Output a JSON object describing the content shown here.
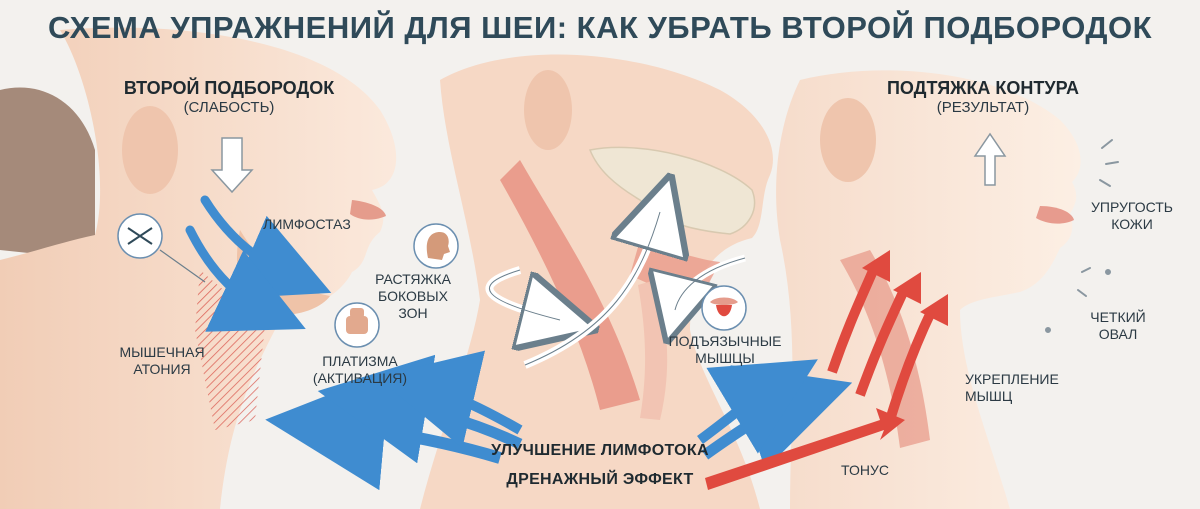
{
  "title": "СХЕМА УПРАЖНЕНИЙ ДЛЯ ШЕИ: КАК УБРАТЬ ВТОРОЙ ПОДБОРОДОК",
  "colors": {
    "title": "#2f4a59",
    "text": "#2b3a44",
    "skin_light": "#f8e3d3",
    "skin_mid": "#f0c9b0",
    "skin_shadow": "#e2a98e",
    "muscle": "#e58a7a",
    "arrow_blue": "#3f8cd0",
    "arrow_red": "#e04a3f",
    "bone": "#efe6d4"
  },
  "icons": [
    "diverging-arrows-icon",
    "head-profile-icon",
    "tongue-icon",
    "fist-icon",
    "up-arrow-icon",
    "down-arrow-icon"
  ],
  "left": {
    "heading": "ВТОРОЙ ПОДБОРОДОК",
    "subheading": "(СЛАБОСТЬ)",
    "lymphostasis": "ЛИМФОСТАЗ",
    "atony_line1": "МЫШЕЧНАЯ",
    "atony_line2": "АТОНИЯ"
  },
  "center": {
    "stretch_line1": "РАСТЯЖКА",
    "stretch_line2": "БОКОВЫХ",
    "stretch_line3": "ЗОН",
    "platysma_line1": "ПЛАТИЗМА",
    "platysma_line2": "(АКТИВАЦИЯ)",
    "hyoid_line1": "ПОДЪЯЗЫЧНЫЕ",
    "hyoid_line2": "МЫШЦЫ",
    "lymph_flow": "УЛУЧШЕНИЕ ЛИМФОТОКА",
    "drainage": "ДРЕНАЖНЫЙ ЭФФЕКТ"
  },
  "right": {
    "heading": "ПОДТЯЖКА КОНТУРА",
    "subheading": "(РЕЗУЛЬТАТ)",
    "elasticity_line1": "УПРУГОСТЬ",
    "elasticity_line2": "КОЖИ",
    "oval_line1": "ЧЕТКИЙ",
    "oval_line2": "ОВАЛ",
    "strength_line1": "УКРЕПЛЕНИЕ",
    "strength_line2": "МЫШЦ",
    "tone": "ТОНУС"
  }
}
